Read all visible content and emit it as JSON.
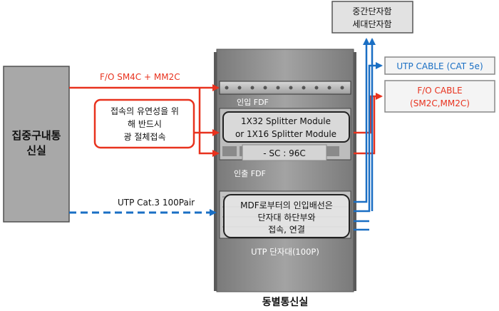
{
  "left_box": {
    "line1": "집중구내통",
    "line2": "신실"
  },
  "cabinet": {
    "title": "동별통신실",
    "inlet_fdf_label": "인입 FDF",
    "outlet_fdf_label": "인출 FDF",
    "utp_block_label": "UTP 단자대(100P)"
  },
  "splitter_box": {
    "line1": "1X32 Splitter Module",
    "line2": "or 1X16 Splitter Module"
  },
  "sc_label": "- SC : 96C",
  "mdf_box": {
    "line1": "MDF로부터의 인입배선은",
    "line2": "단자대 하단부와",
    "line3": "접속, 연결"
  },
  "note_box": {
    "line1": "접속의 유연성을 위",
    "line2": "해 반드시",
    "line3": "광 절체접속"
  },
  "fo_input_label": "F/O  SM4C + MM2C",
  "utp_input_label": "UTP Cat.3 100Pair",
  "top_right_box": {
    "line1": "중간단자함",
    "line2": "세대단자함"
  },
  "utp_cable_box": {
    "label": "UTP CABLE (CAT 5e)"
  },
  "fo_cable_box": {
    "line1": "F/O CABLE",
    "line2": "(SM2C,MM2C)"
  },
  "colors": {
    "red": "#e8321e",
    "blue": "#1a6fc4",
    "dark_gray": "#7b7b7b",
    "cabinet": "#8e8e8e"
  }
}
